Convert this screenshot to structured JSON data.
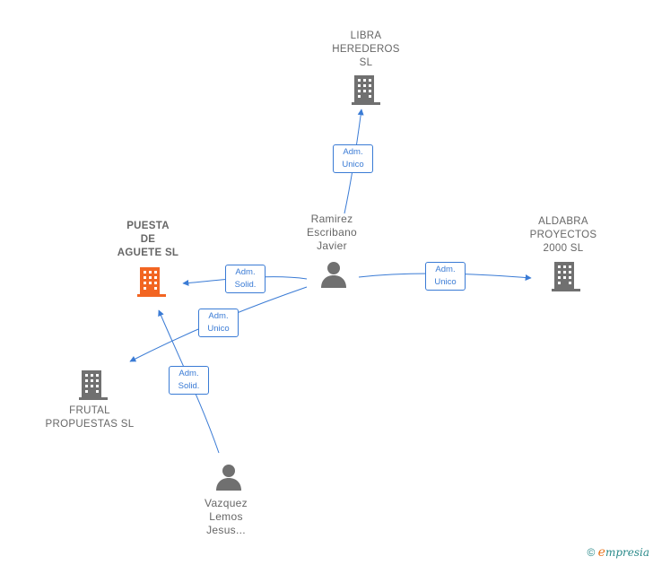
{
  "nodes": {
    "libra": {
      "label_lines": [
        "LIBRA",
        "HEREDEROS",
        "SL"
      ],
      "icon": "building-icon",
      "color": "#707070"
    },
    "puesta": {
      "label_lines": [
        "PUESTA",
        "DE",
        "AGUETE  SL"
      ],
      "icon": "building-icon",
      "color": "#f26522"
    },
    "aldabra": {
      "label_lines": [
        "ALDABRA",
        "PROYECTOS",
        "2000  SL"
      ],
      "icon": "building-icon",
      "color": "#707070"
    },
    "frutal": {
      "label_lines": [
        "FRUTAL",
        "PROPUESTAS SL"
      ],
      "icon": "building-icon",
      "color": "#707070"
    },
    "ramirez": {
      "label_lines": [
        "Ramirez",
        "Escribano",
        "Javier"
      ],
      "icon": "person-icon",
      "color": "#707070"
    },
    "vazquez": {
      "label_lines": [
        "Vazquez",
        "Lemos",
        "Jesus..."
      ],
      "icon": "person-icon",
      "color": "#707070"
    }
  },
  "edges": [
    {
      "id": "ramirez-libra",
      "label_lines": [
        "Adm.",
        "Unico"
      ]
    },
    {
      "id": "ramirez-puesta",
      "label_lines": [
        "Adm.",
        "Solid."
      ]
    },
    {
      "id": "ramirez-frutal",
      "label_lines": [
        "Adm.",
        "Unico"
      ]
    },
    {
      "id": "ramirez-aldabra",
      "label_lines": [
        "Adm.",
        "Unico"
      ]
    },
    {
      "id": "vazquez-puesta",
      "label_lines": [
        "Adm.",
        "Solid."
      ]
    }
  ],
  "colors": {
    "edge": "#3a7bd5",
    "primary": "#f26522",
    "neutral": "#707070"
  },
  "footer": {
    "copyright": "©",
    "brand_initial": "e",
    "brand_rest": "mpresia"
  }
}
